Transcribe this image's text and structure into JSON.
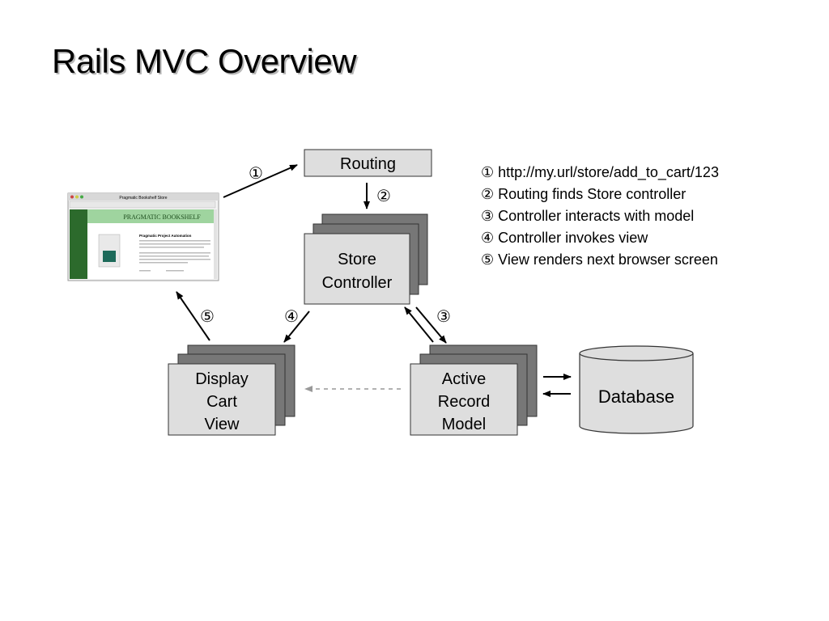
{
  "title": "Rails MVC Overview",
  "nodes": {
    "routing": "Routing",
    "controller": [
      "Store",
      "Controller"
    ],
    "view": [
      "Display",
      "Cart",
      "View"
    ],
    "model": [
      "Active",
      "Record",
      "Model"
    ],
    "database": "Database"
  },
  "steps": {
    "s1": "①",
    "s2": "②",
    "s3": "③",
    "s4": "④",
    "s5": "⑤"
  },
  "legend": [
    "① http://my.url/store/add_to_cart/123",
    "② Routing finds Store controller",
    "③ Controller interacts with model",
    "④ Controller invokes view",
    "⑤  View renders next browser screen"
  ],
  "browser": {
    "window_title": "Pragmatic Bookshelf Store",
    "banner": "PRAGMATIC BOOKSHELF",
    "product_title": "Pragmatic Project Automation"
  },
  "colors": {
    "box_fill": "#dedede",
    "shadow_fill": "#777777",
    "browser_green": "#2c6a2c",
    "banner_green": "#9fd49f"
  }
}
